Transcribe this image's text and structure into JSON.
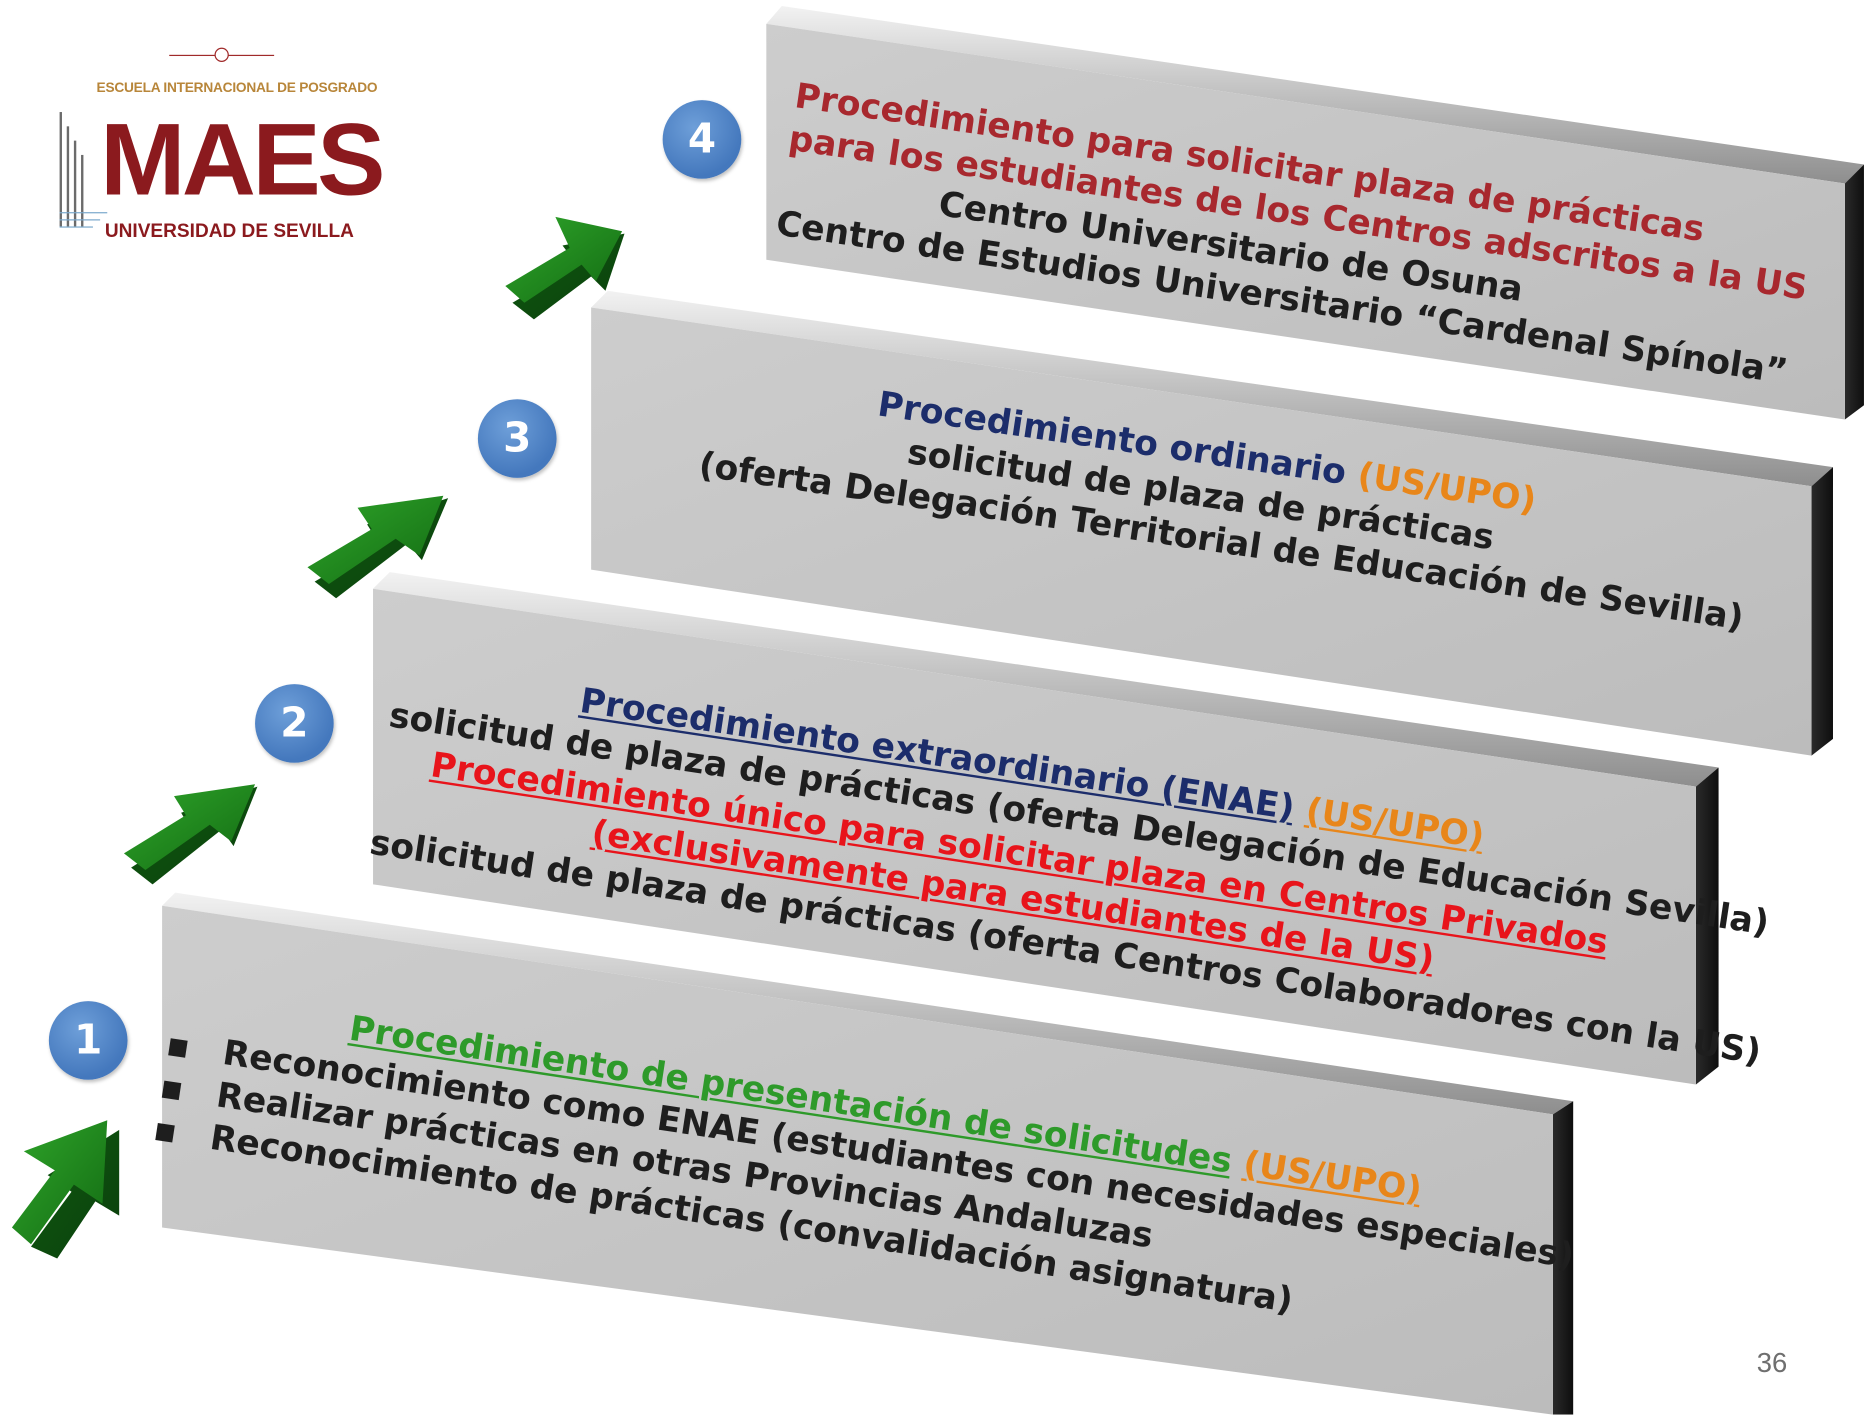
{
  "logo": {
    "school": "ESCUELA INTERNACIONAL DE POSGRADO",
    "name": "MAES",
    "university": "UNIVERSIDAD DE SEVILLA"
  },
  "steps": [
    {
      "number": "1",
      "title": "Procedimiento de presentación de solicitudes",
      "title_suffix": "(US/UPO)",
      "bullets": [
        "Reconocimiento como ENAE (estudiantes con necesidades especiales)",
        "Realizar prácticas en otras Provincias Andaluzas",
        "Reconocimiento de prácticas (convalidación asignatura)"
      ]
    },
    {
      "number": "2",
      "line1": "Procedimiento extraordinario (ENAE)",
      "line1_suffix": "(US/UPO)",
      "line2": "solicitud de plaza de prácticas (oferta Delegación de Educación Sevilla)",
      "line3": "Procedimiento único para solicitar plaza en Centros Privados",
      "line4": "(exclusivamente para estudiantes de la US)",
      "line5": "solicitud de plaza de prácticas (oferta Centros Colaboradores con la US)"
    },
    {
      "number": "3",
      "line1": "Procedimiento ordinario",
      "line1_suffix": "(US/UPO)",
      "line2": "solicitud de plaza de prácticas",
      "line3": "(oferta Delegación Territorial de Educación de Sevilla)"
    },
    {
      "number": "4",
      "line1": "Procedimiento para solicitar plaza de prácticas",
      "line2": "para los estudiantes de los Centros adscritos a la US",
      "line3": "Centro Universitario de Osuna",
      "line4": "Centro de Estudios Universitario “Cardenal Spínola”"
    }
  ],
  "page_number": "36"
}
